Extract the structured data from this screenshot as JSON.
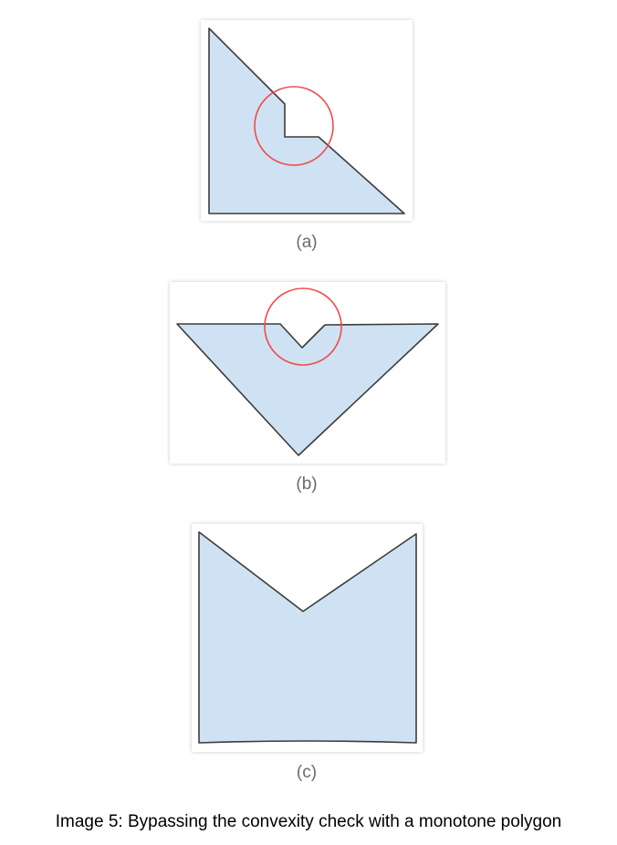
{
  "subfigures": [
    {
      "id": "a",
      "label": "(a)"
    },
    {
      "id": "b",
      "label": "(b)"
    },
    {
      "id": "c",
      "label": "(c)"
    }
  ],
  "caption": "Image 5: Bypassing the convexity check with a monotone polygon",
  "colors": {
    "polygon_fill": "#cfe2f3",
    "polygon_stroke": "#3c3c3c",
    "highlight_circle": "#ef4b4b",
    "label_text": "#6b6b6b"
  }
}
